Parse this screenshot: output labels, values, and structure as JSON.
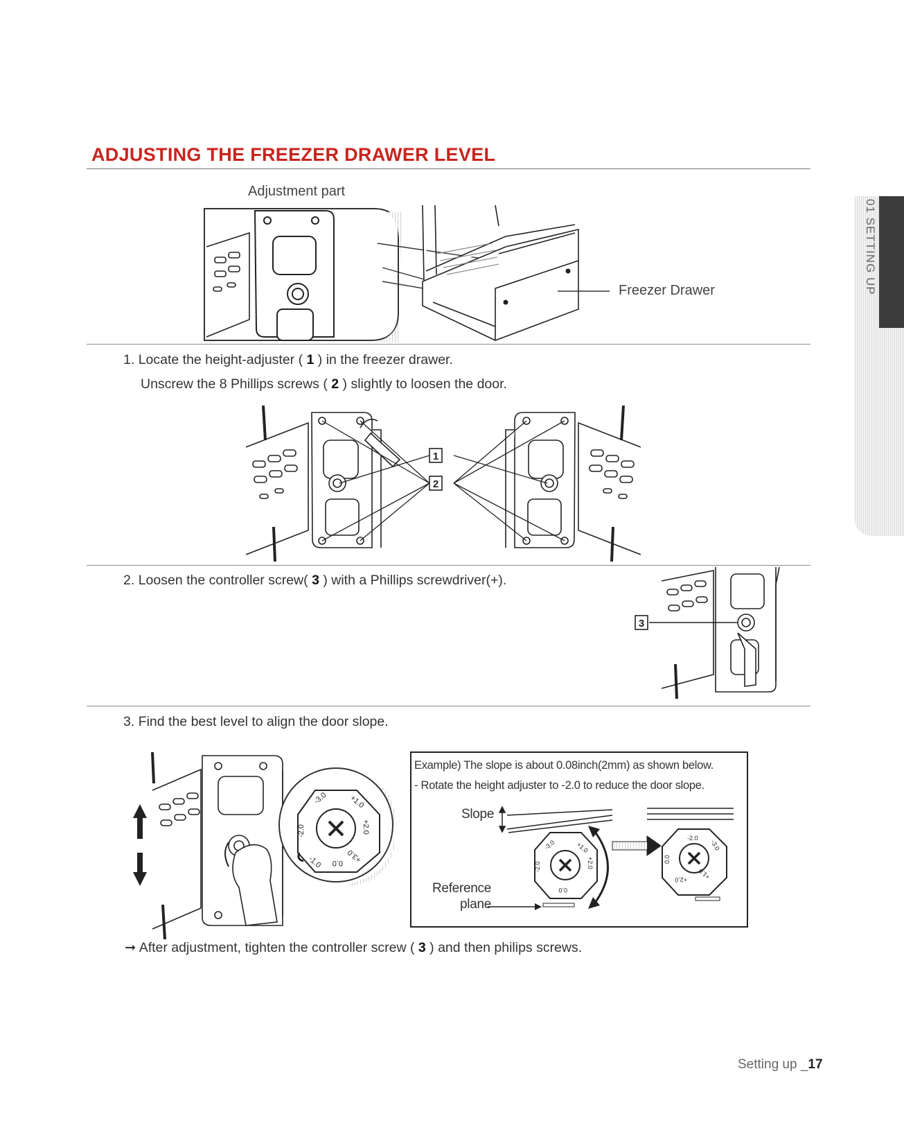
{
  "page": {
    "title": "ADJUSTING THE FREEZER DRAWER LEVEL",
    "side_tab": "01 SETTING UP",
    "footer": {
      "section": "Setting up _",
      "page_number": "17"
    }
  },
  "figure1": {
    "adjustment_part_label": "Adjustment part",
    "freezer_drawer_label": "Freezer Drawer"
  },
  "steps": {
    "step1": {
      "number": "1.",
      "line1_pre": "Locate the height-adjuster (",
      "line1_ref": "1",
      "line1_post": ") in the freezer drawer.",
      "line2_pre": "Unscrew the 8 Phillips screws (",
      "line2_ref": "2",
      "line2_post": ") slightly to loosen the door."
    },
    "step2": {
      "number": "2.",
      "text_pre": "Loosen the controller screw(",
      "text_ref": "3",
      "text_post": ") with a Phillips screwdriver(+)."
    },
    "step3": {
      "number": "3.",
      "text": "Find the best level to align the door slope."
    }
  },
  "callouts": {
    "c1": "1",
    "c2": "2",
    "c3": "3"
  },
  "example_box": {
    "line1": "Example) The slope is about 0.08inch(2mm) as shown below.",
    "line2": "- Rotate the height adjuster to -2.0 to reduce the door slope.",
    "slope_label": "Slope",
    "reference_label_1": "Reference",
    "reference_label_2": "plane"
  },
  "dial": {
    "plus_10": "+1.0",
    "plus_20": "+2.0",
    "plus_30": "+3.0",
    "zero": "0.0",
    "minus_10": "-1.0",
    "minus_20": "-2.0",
    "minus_30": "-3.0"
  },
  "after_note": {
    "arrow": "➞",
    "text_pre": "After adjustment, tighten the controller screw (",
    "text_ref": "3",
    "text_post": ") and then philips screws."
  }
}
